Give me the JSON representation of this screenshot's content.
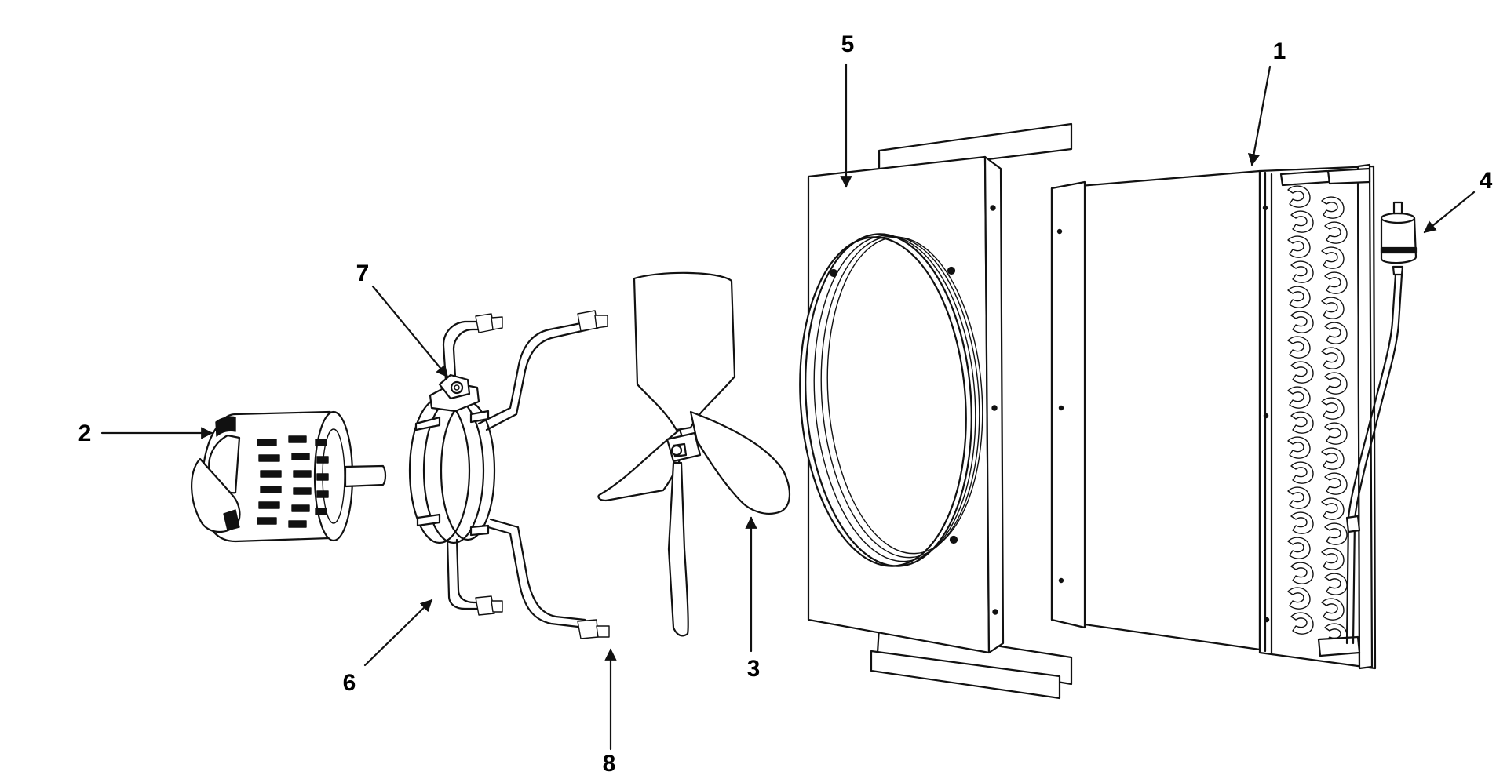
{
  "diagram": {
    "type": "exploded-parts-diagram",
    "callouts": [
      {
        "id": "callout-1",
        "label": "1"
      },
      {
        "id": "callout-2",
        "label": "2"
      },
      {
        "id": "callout-3",
        "label": "3"
      },
      {
        "id": "callout-4",
        "label": "4"
      },
      {
        "id": "callout-5",
        "label": "5"
      },
      {
        "id": "callout-6",
        "label": "6"
      },
      {
        "id": "callout-7",
        "label": "7"
      },
      {
        "id": "callout-8",
        "label": "8"
      }
    ],
    "parts": [
      {
        "name": "condenser-coil-icon",
        "callout": "1"
      },
      {
        "name": "fan-motor-icon",
        "callout": "2"
      },
      {
        "name": "fan-blade-icon",
        "callout": "3"
      },
      {
        "name": "receiver-drier-icon",
        "callout": "4"
      },
      {
        "name": "fan-shroud-icon",
        "callout": "5"
      },
      {
        "name": "motor-mount-bracket-icon",
        "callout": "6"
      },
      {
        "name": "motor-clamp-icon",
        "callout": "7"
      },
      {
        "name": "isolator-mount-icon",
        "callout": "8"
      }
    ],
    "colors": {
      "line": "#111111",
      "background": "#ffffff"
    }
  }
}
